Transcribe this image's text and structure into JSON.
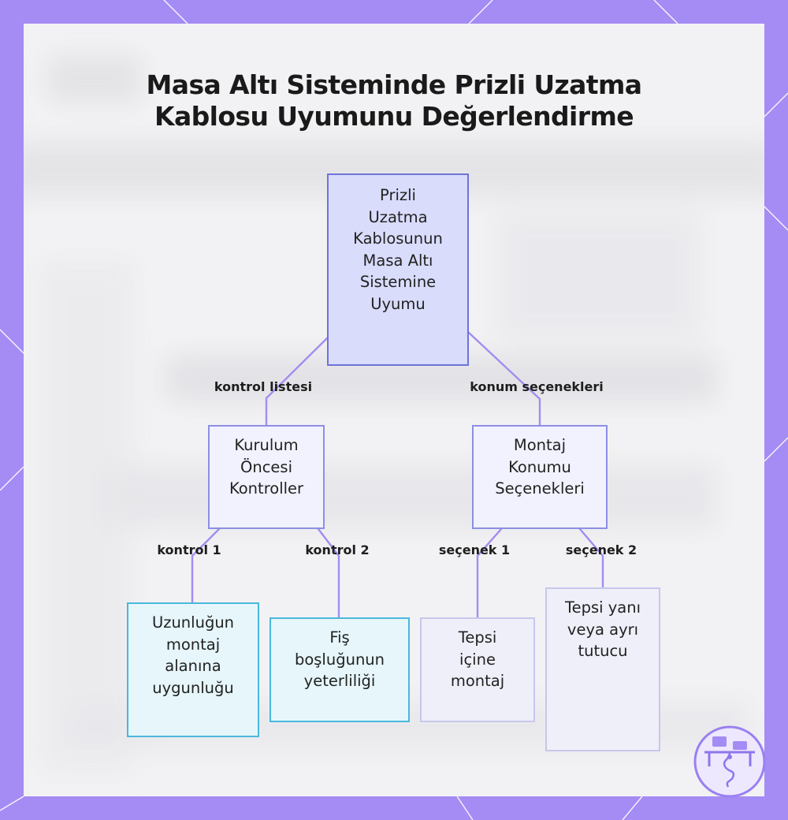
{
  "title": {
    "line1": "Masa Altı Sisteminde Prizli Uzatma",
    "line2": "Kablosu Uyumunu Değerlendirme"
  },
  "nodes": {
    "root": "Prizli\nUzatma\nKablosunun\nMasa Altı\nSistemine\nUyumu",
    "pre_install": "Kurulum\nÖncesi\nKontroller",
    "mount_options": "Montaj\nKonumu\nSeçenekleri",
    "length_fit": "Uzunluğun\nmontaj\nalanına\nuygunluğu",
    "plug_clearance": "Fiş\nboşluğunun\nyeterliliği",
    "in_tray": "Tepsi\niçine\nmontaj",
    "beside_tray": "Tepsi yanı\nveya ayrı\ntutucu"
  },
  "edges": {
    "checklist": "kontrol listesi",
    "location_options": "konum seçenekleri",
    "check1": "kontrol 1",
    "check2": "kontrol 2",
    "option1": "seçenek 1",
    "option2": "seçenek 2"
  },
  "colors": {
    "frame": "#a48cf4",
    "root_fill": "#d9dcfb",
    "root_border": "#6f73d8",
    "mid_border": "#8c8fe4",
    "cyan_border": "#4ab8dc",
    "pale_border": "#c7c7ec",
    "connector": "#a48cf0"
  },
  "logo_icon": "desk-cable-icon"
}
